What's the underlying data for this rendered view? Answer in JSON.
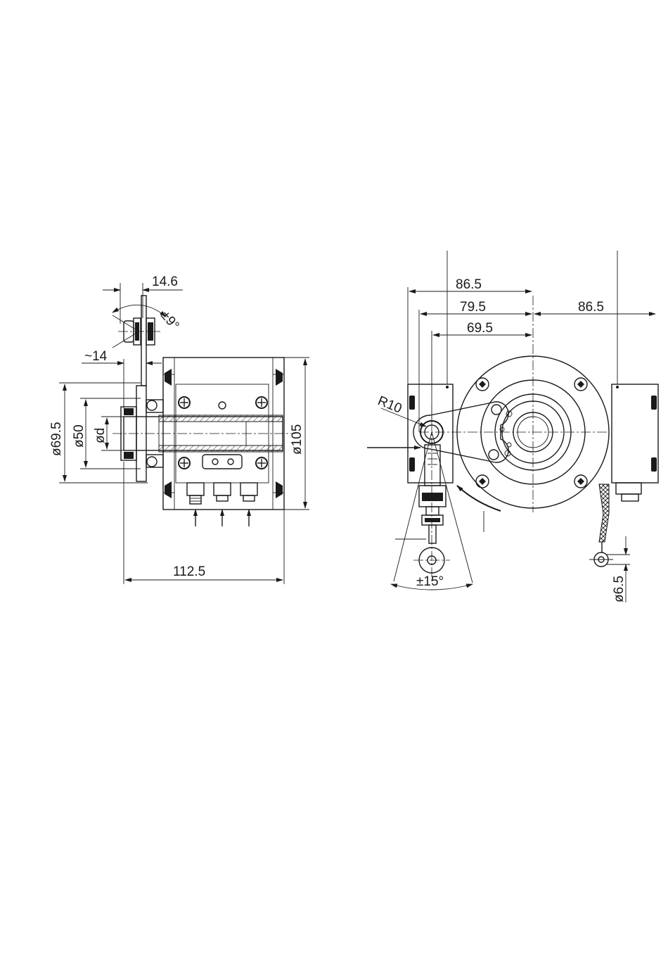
{
  "side_view": {
    "dims": {
      "d_14_6": "14.6",
      "angle_9": "±9°",
      "d_14": "~14",
      "dia_69_5": "ø69.5",
      "dia_50": "ø50",
      "dia_d": "ød",
      "dia_105": "ø105",
      "len_112_5": "112.5"
    }
  },
  "front_view": {
    "dims": {
      "d_86_5_left": "86.5",
      "d_79_5": "79.5",
      "d_69_5": "69.5",
      "d_86_5_right": "86.5",
      "radius_10": "R10",
      "angle_15": "±15°",
      "dia_6_5": "ø6.5"
    }
  },
  "colors": {
    "line": "#1a1a1a",
    "background": "#ffffff"
  }
}
